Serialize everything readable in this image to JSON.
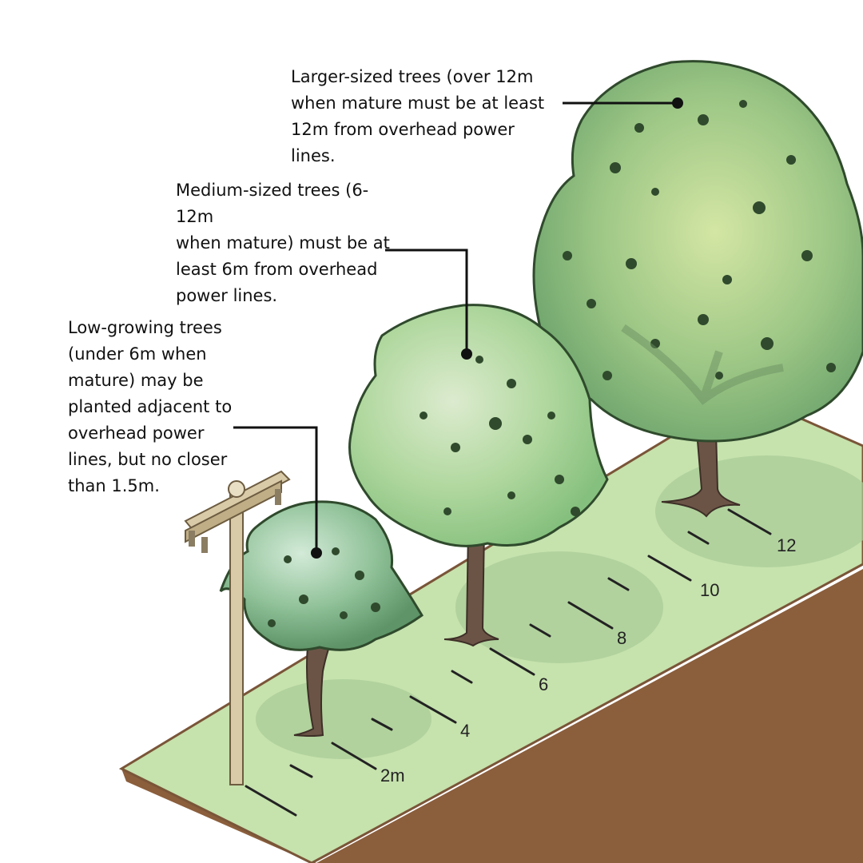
{
  "callouts": {
    "large": "Larger-sized trees (over 12m\nwhen mature must be at least\n12m from overhead power lines.",
    "medium": "Medium-sized trees (6-12m\nwhen mature) must be at\nleast 6m from overhead\npower lines.",
    "low": "Low-growing trees\n(under 6m when\nmature) may be\nplanted adjacent to\noverhead power\nlines, but no closer\nthan 1.5m."
  },
  "distance_markers": [
    "2m",
    "4",
    "6",
    "8",
    "10",
    "12"
  ],
  "colors": {
    "ground": "#c9e3b0",
    "ground_edge": "#8b5e3c",
    "pole": "#d9cba8",
    "trunk": "#6b5446",
    "tree_small": "#7fb38a",
    "tree_medium": "#a9d49a",
    "tree_large": "#8dbb7a",
    "leader": "#111111"
  }
}
